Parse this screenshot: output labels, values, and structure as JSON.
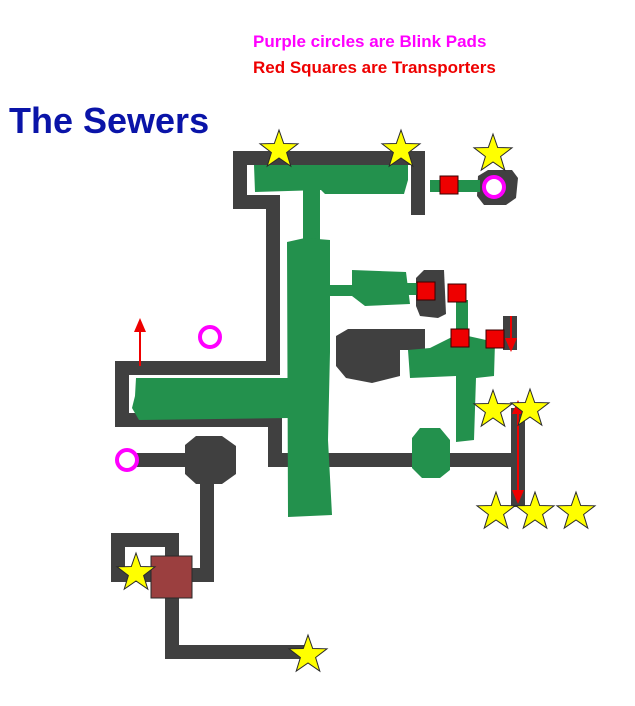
{
  "legend": {
    "blink_pads": "Purple circles are Blink Pads",
    "transporters": "Red Squares are Transporters"
  },
  "title": "The Sewers",
  "colors": {
    "pipe": "#404040",
    "room": "#23914d",
    "blink_pad": "#ff00ff",
    "transporter": "#ee0000",
    "star": "#ffff00",
    "arrow": "#ee0000",
    "box": "#9b3f3f",
    "title": "#0a14a8"
  },
  "icons": {
    "star": "star-icon",
    "blink_pad": "blink-pad-icon",
    "transporter": "transporter-icon",
    "arrow": "direction-arrow-icon"
  }
}
